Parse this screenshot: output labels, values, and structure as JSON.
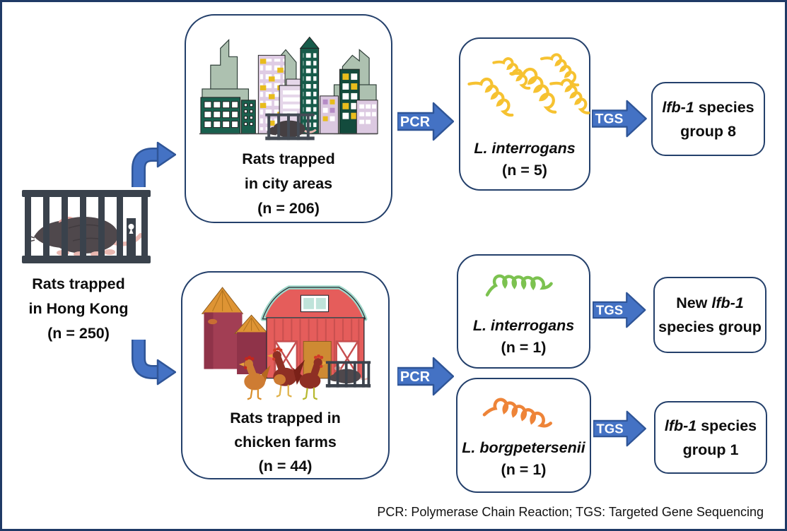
{
  "figure": {
    "caption": "PCR: Polymerase Chain Reaction; TGS: Targeted Gene Sequencing"
  },
  "colors": {
    "outer_border": "#1F3A66",
    "box_border": "#24406B",
    "arrow_fill": "#4472C4",
    "arrow_border": "#2F5597",
    "arrow_text": "#FFFFFF",
    "spiral_yellow": "#F6C231",
    "spiral_green": "#7CC250",
    "spiral_orange": "#EE8438",
    "text": "#0D0D0D"
  },
  "source": {
    "icon": "rat-in-cage",
    "lines": [
      "Rats trapped",
      "in Hong Kong",
      "(n = 250)"
    ]
  },
  "flow_labels": {
    "pcr": "PCR",
    "tgs": "TGS"
  },
  "groups": [
    {
      "icon": "city-skyline-with-caged-rat",
      "lines": [
        "Rats trapped",
        "in city areas",
        "(n = 206)"
      ]
    },
    {
      "icon": "chicken-farm-with-caged-rat",
      "lines": [
        "Rats trapped in",
        "chicken farms",
        "(n = 44)"
      ]
    }
  ],
  "bacteria": [
    {
      "species": "L. interrogans",
      "count": "(n = 5)",
      "spiral_color": "#F6C231",
      "spiral_count": 5
    },
    {
      "species": "L. interrogans",
      "count": "(n = 1)",
      "spiral_color": "#7CC250",
      "spiral_count": 1
    },
    {
      "species": "L. borgpetersenii",
      "count": "(n = 1)",
      "spiral_color": "#EE8438",
      "spiral_count": 1
    }
  ],
  "results": [
    {
      "pre": "",
      "italic": "lfb-1",
      "post": " species",
      "line2": "group 8"
    },
    {
      "pre": "New ",
      "italic": "lfb-1",
      "post": "",
      "line2": "species group"
    },
    {
      "pre": "",
      "italic": "lfb-1",
      "post": " species",
      "line2": "group 1"
    }
  ]
}
